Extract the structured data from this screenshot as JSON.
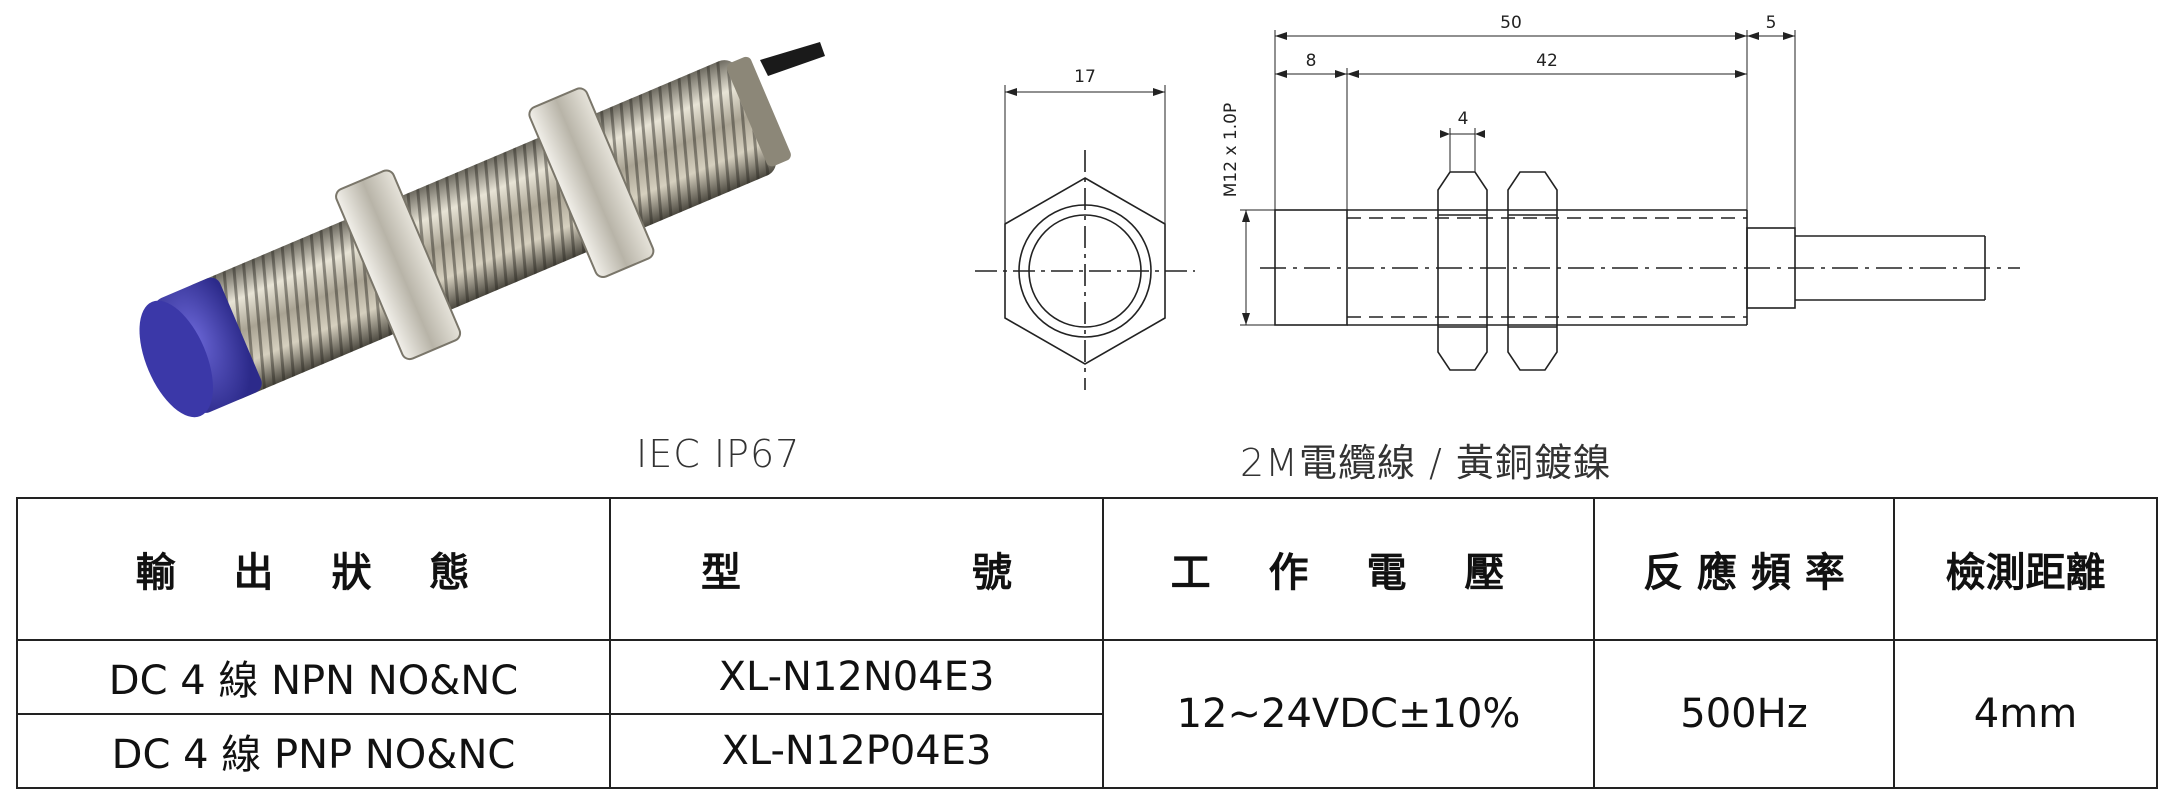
{
  "captions": {
    "protection": "IEC IP67",
    "cable": "2M電纜線 / 黃銅鍍鎳"
  },
  "drawing": {
    "front_width": "17",
    "total_length": "50",
    "cable_stub": "5",
    "head_length": "8",
    "thread_length": "42",
    "nut_thickness": "4",
    "thread_spec": "M12 x 1.0P"
  },
  "table": {
    "headers": {
      "output_state": "輸 出 狀 態",
      "model_left": "型",
      "model_right": "號",
      "voltage": "工 作 電 壓",
      "frequency": "反 應 頻 率",
      "distance": "檢測距離"
    },
    "rows": [
      {
        "output": "DC 4 線 NPN NO&NC",
        "model": "XL-N12N04E3"
      },
      {
        "output": "DC 4 線 PNP NO&NC",
        "model": "XL-N12P04E3"
      }
    ],
    "voltage": "12~24VDC±10%",
    "frequency": "500Hz",
    "distance": "4mm"
  },
  "colors": {
    "sensor_cap": "#4a46b8",
    "metal": "#b9b4a6",
    "line": "#222222"
  }
}
